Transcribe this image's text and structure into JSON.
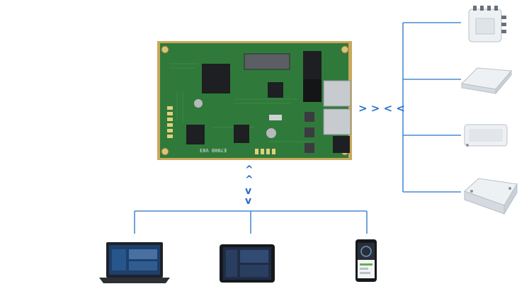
{
  "diagram": {
    "board": {
      "name": "embedded-board",
      "silkscreen": "E7000 V03"
    },
    "connection_glyphs": {
      "right": "> > < <",
      "down": [
        "^",
        "^",
        "v",
        "v"
      ]
    },
    "right_devices": [
      "outdoor-ap-antenna-unit",
      "ceiling-ap-unit",
      "wall-ap-unit",
      "industrial-enclosure-unit"
    ],
    "bottom_devices": [
      "laptop",
      "tablet",
      "smartphone"
    ],
    "colors": {
      "line": "#4a8ad4",
      "arrow": "#2b6fc4",
      "pcb": "#2f7a3a",
      "pcb_edge": "#c9a85a",
      "device_white": "#eef1f4"
    }
  }
}
